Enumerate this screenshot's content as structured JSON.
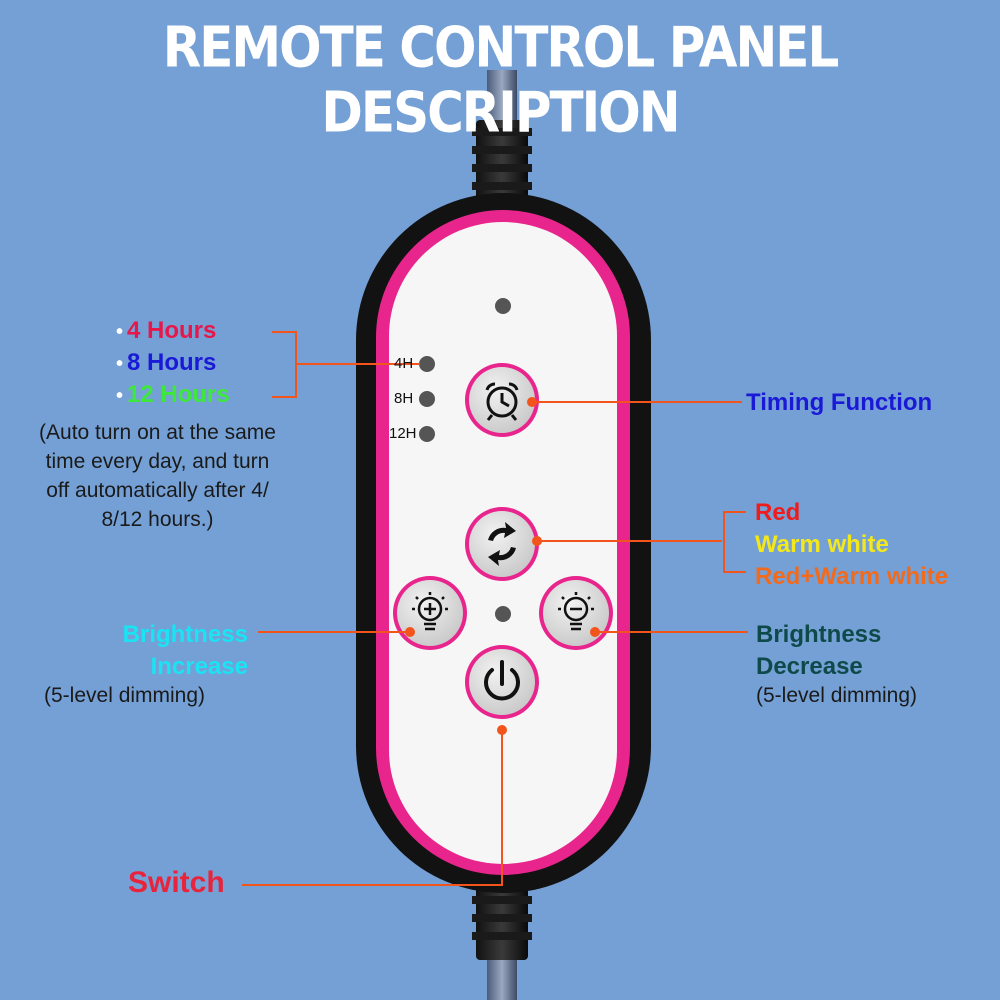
{
  "title": "REMOTE CONTROL PANEL DESCRIPTION",
  "timer": {
    "options": [
      {
        "label": "4 Hours",
        "color": "#e8174a"
      },
      {
        "label": "8 Hours",
        "color": "#1a1ad6"
      },
      {
        "label": "12 Hours",
        "color": "#3ee83a"
      }
    ],
    "note_lines": [
      "(Auto turn on at the same",
      "time every day, and turn",
      "off automatically after 4/",
      "8/12 hours.)"
    ],
    "leds": [
      "4H",
      "8H",
      "12H"
    ]
  },
  "timing_function": {
    "label": "Timing Function",
    "color": "#1a1ad6"
  },
  "colors": {
    "options": [
      {
        "label": "Red",
        "color": "#ee1c1c"
      },
      {
        "label": "Warm white",
        "color": "#f4e81a"
      },
      {
        "label": "Red+Warm white",
        "color": "#f26a1c"
      }
    ]
  },
  "brightness_increase": {
    "line1": "Brightness",
    "line2": "Increase",
    "note": "(5-level dimming)",
    "color": "#1ae4f4"
  },
  "brightness_decrease": {
    "line1": "Brightness",
    "line2": "Decrease",
    "note": "(5-level dimming)",
    "color": "#0f4a4a"
  },
  "switch": {
    "label": "Switch",
    "color": "#e8233c"
  },
  "accent": "#f2541b",
  "panel_rim": "#e8258c"
}
